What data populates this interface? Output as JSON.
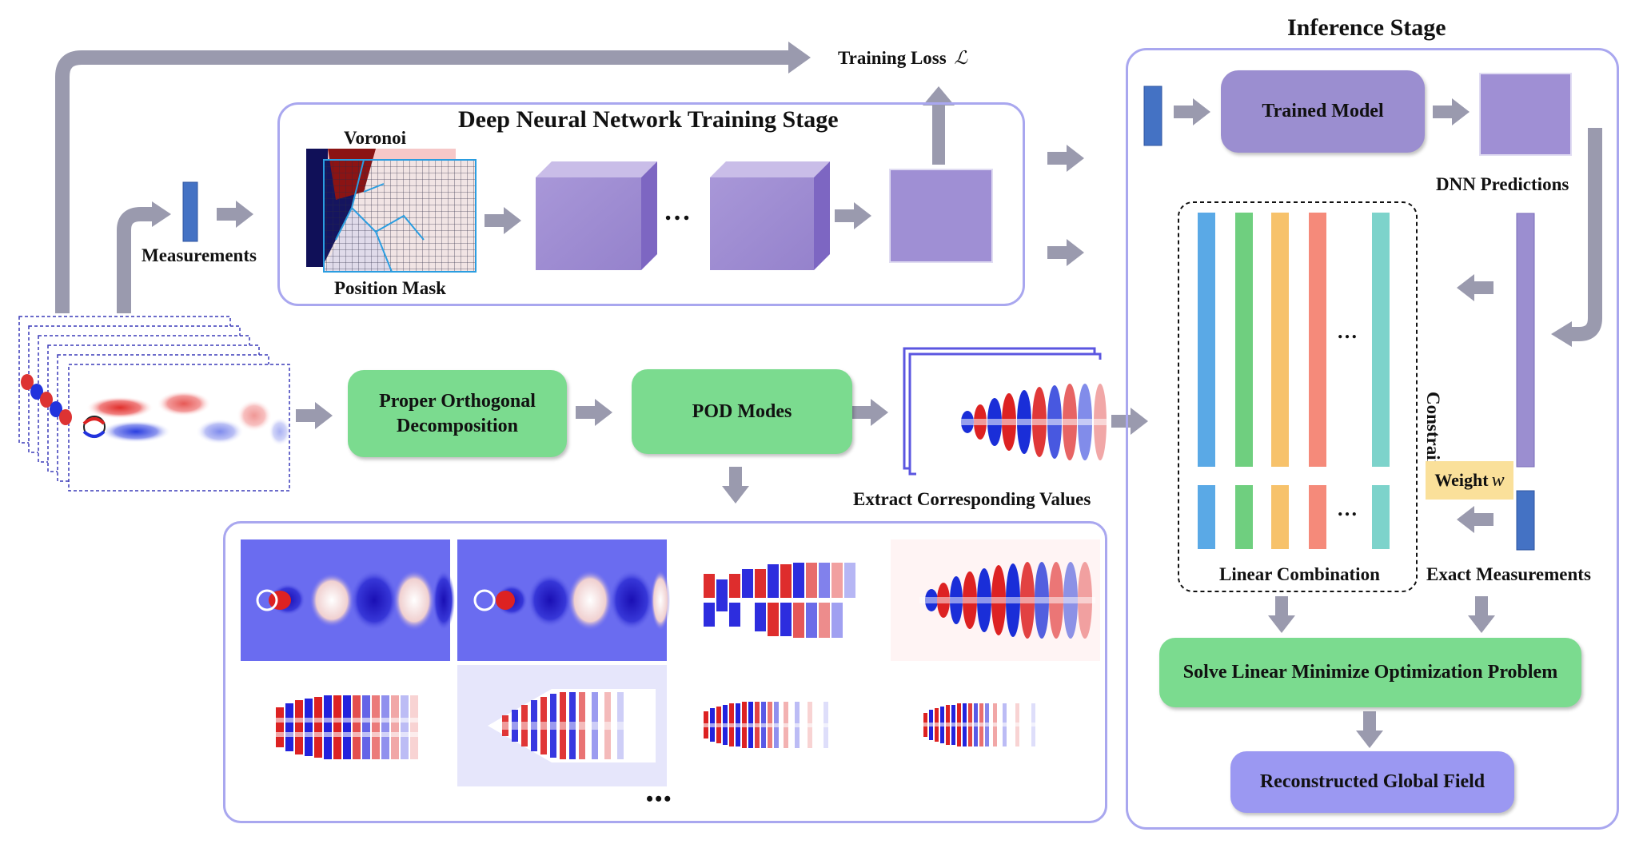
{
  "inference": {
    "title": "Inference Stage",
    "trained_model": "Trained Model",
    "dnn_predictions": "DNN Predictions",
    "constraints": "Constraints",
    "weight": "Weight",
    "weight_symbol": "w",
    "exact_measurements": "Exact Measurements",
    "linear_combination": "Linear Combination",
    "solve": "Solve Linear Minimize Optimization Problem",
    "reconstructed": "Reconstructed Global Field"
  },
  "training": {
    "title": "Deep Neural Network Training Stage",
    "voronoi": "Voronoi",
    "position_mask": "Position Mask",
    "ellipsis": "…",
    "loss": "Training Loss",
    "loss_symbol": "ℒ"
  },
  "left": {
    "measurements": "Measurements"
  },
  "pod": {
    "decomposition": "Proper Orthogonal Decomposition",
    "modes": "POD Modes",
    "extract": "Extract Corresponding Values",
    "more": "•••"
  },
  "colors": {
    "frame": "#a9a7ef",
    "green": "#7bdb8f",
    "purple": "#9b8ed0",
    "blue_box": "#9b98f2",
    "arrow": "#9a9aae",
    "measurement_bar": "#4472c4",
    "weight_bg": "#fae09a",
    "coef_colors": [
      "#5aa9e6",
      "#6fcf7f",
      "#f7c26b",
      "#f58a7a",
      "#7dd3cb"
    ]
  }
}
